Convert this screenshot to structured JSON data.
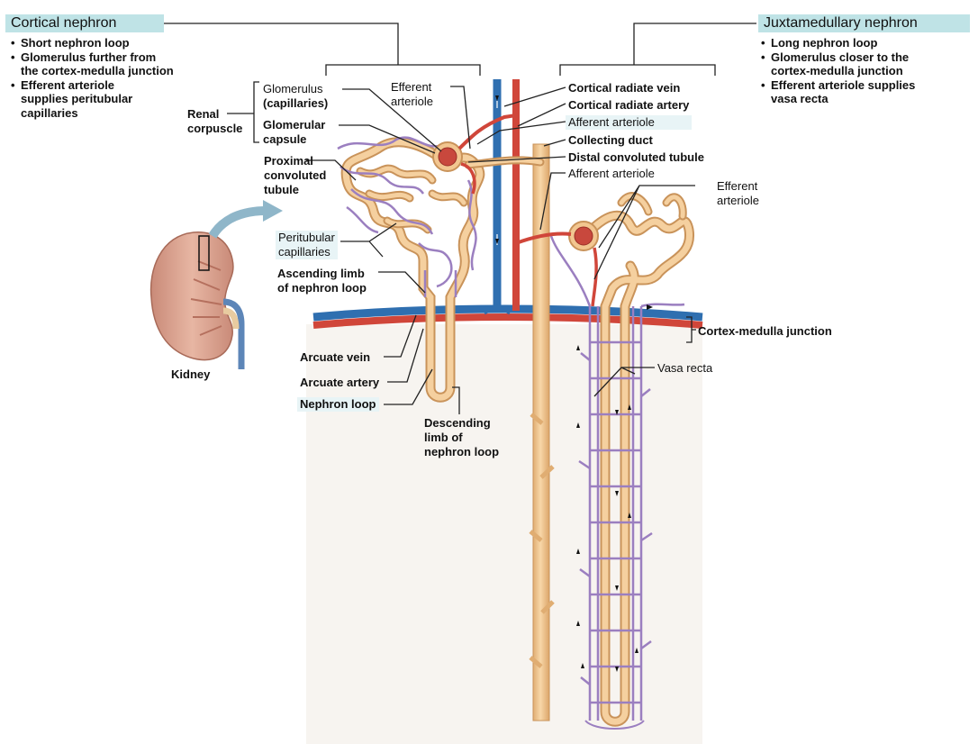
{
  "cortical": {
    "title": "Cortical nephron",
    "bullets": [
      "Short nephron loop",
      "Glomerulus further from",
      "the cortex-medulla junction",
      "Efferent arteriole",
      "supplies peritubular",
      "capillaries"
    ]
  },
  "juxtamedullary": {
    "title": "Juxtamedullary nephron",
    "bullets": [
      "Long nephron loop",
      "Glomerulus closer to the",
      "cortex-medulla junction",
      "Efferent arteriole supplies",
      "vasa recta"
    ]
  },
  "labels": {
    "glomerulus": "Glomerulus",
    "capillaries": "(capillaries)",
    "glomerular_capsule_1": "Glomerular",
    "glomerular_capsule_2": "capsule",
    "renal_corpuscle_1": "Renal",
    "renal_corpuscle_2": "corpuscle",
    "efferent_arteriole_1": "Efferent",
    "efferent_arteriole_2": "arteriole",
    "pct_1": "Proximal",
    "pct_2": "convoluted",
    "pct_3": "tubule",
    "peritubular_1": "Peritubular",
    "peritubular_2": "capillaries",
    "ascending_1": "Ascending limb",
    "ascending_2": "of nephron loop",
    "arcuate_vein": "Arcuate vein",
    "arcuate_artery": "Arcuate artery",
    "nephron_loop": "Nephron loop",
    "descending_1": "Descending",
    "descending_2": "limb of",
    "descending_3": "nephron loop",
    "kidney": "Kidney",
    "cortical_radiate_vein": "Cortical radiate vein",
    "cortical_radiate_artery": "Cortical radiate artery",
    "afferent_arteriole_top": "Afferent arteriole",
    "collecting_duct": "Collecting duct",
    "dct": "Distal convoluted tubule",
    "afferent_arteriole_2": "Afferent arteriole",
    "efferent_arteriole_r1": "Efferent",
    "efferent_arteriole_r2": "arteriole",
    "cortex_medulla": "Cortex-medulla junction",
    "vasa_recta": "Vasa recta"
  },
  "colors": {
    "header_bg": "#bfe3e6",
    "tubule": "#f2c690",
    "tubule_edge": "#c9935a",
    "capillary": "#9b7fc0",
    "artery": "#d0463a",
    "vein": "#2f6fb0",
    "leader": "#222222"
  }
}
